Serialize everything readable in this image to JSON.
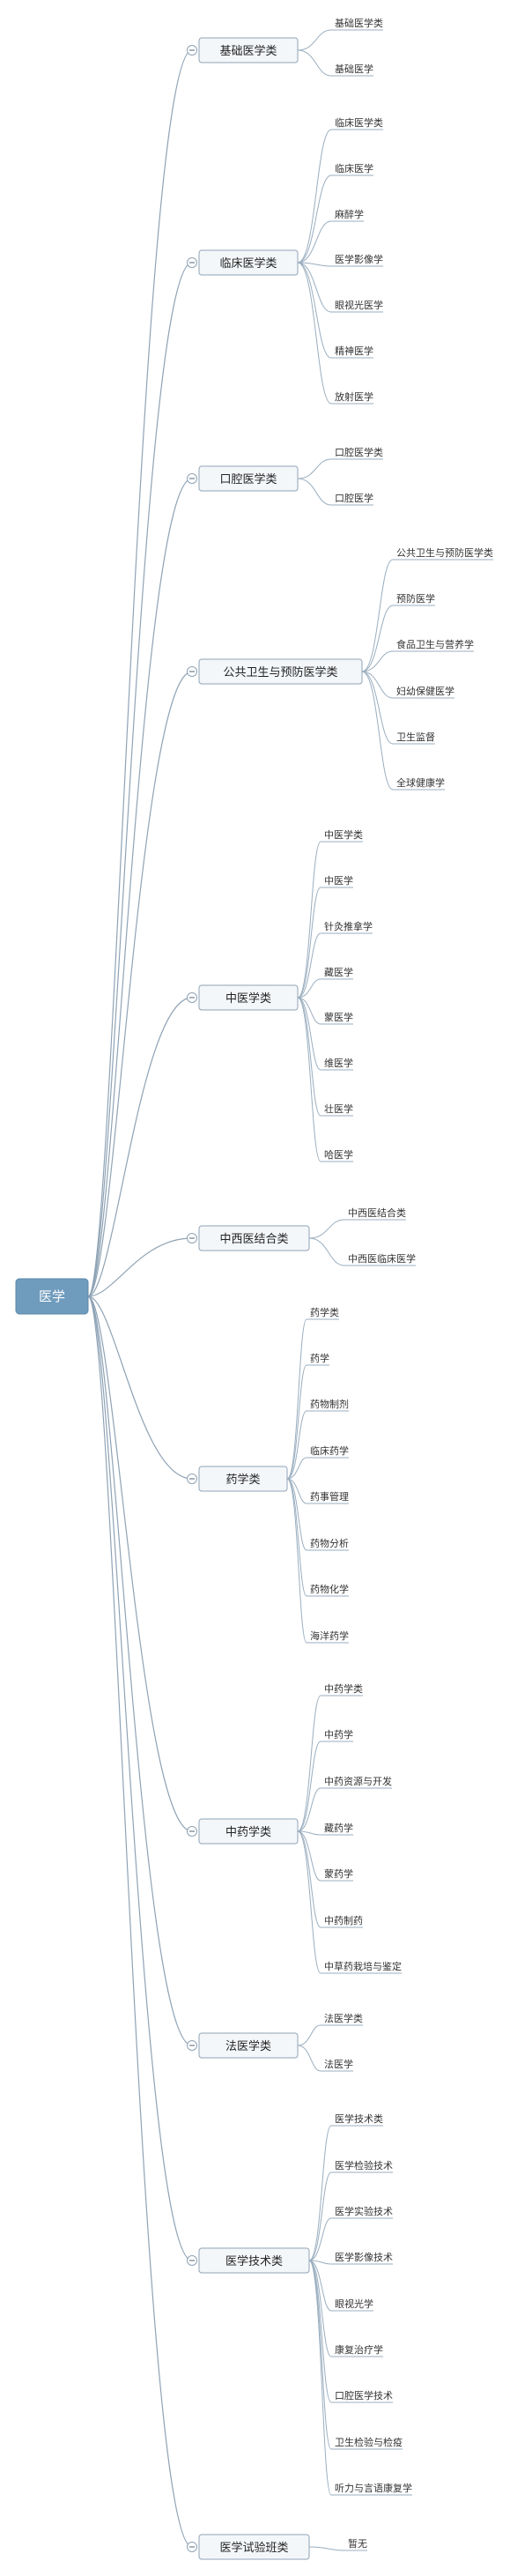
{
  "root": {
    "label": "医学"
  },
  "categories": [
    {
      "label": "基础医学类",
      "items": [
        "基础医学类",
        "基础医学"
      ]
    },
    {
      "label": "临床医学类",
      "items": [
        "临床医学类",
        "临床医学",
        "麻醉学",
        "医学影像学",
        "眼视光医学",
        "精神医学",
        "放射医学"
      ]
    },
    {
      "label": "口腔医学类",
      "items": [
        "口腔医学类",
        "口腔医学"
      ]
    },
    {
      "label": "公共卫生与预防医学类",
      "items": [
        "公共卫生与预防医学类",
        "预防医学",
        "食品卫生与营养学",
        "妇幼保健医学",
        "卫生监督",
        "全球健康学"
      ]
    },
    {
      "label": "中医学类",
      "items": [
        "中医学类",
        "中医学",
        "针灸推拿学",
        "藏医学",
        "蒙医学",
        "维医学",
        "壮医学",
        "哈医学"
      ]
    },
    {
      "label": "中西医结合类",
      "items": [
        "中西医结合类",
        "中西医临床医学"
      ]
    },
    {
      "label": "药学类",
      "items": [
        "药学类",
        "药学",
        "药物制剂",
        "临床药学",
        "药事管理",
        "药物分析",
        "药物化学",
        "海洋药学"
      ]
    },
    {
      "label": "中药学类",
      "items": [
        "中药学类",
        "中药学",
        "中药资源与开发",
        "藏药学",
        "蒙药学",
        "中药制药",
        "中草药栽培与鉴定"
      ]
    },
    {
      "label": "法医学类",
      "items": [
        "法医学类",
        "法医学"
      ]
    },
    {
      "label": "医学技术类",
      "items": [
        "医学技术类",
        "医学检验技术",
        "医学实验技术",
        "医学影像技术",
        "眼视光学",
        "康复治疗学",
        "口腔医学技术",
        "卫生检验与检疫",
        "听力与言语康复学"
      ]
    },
    {
      "label": "医学试验班类",
      "items": [
        "暂无"
      ]
    }
  ]
}
